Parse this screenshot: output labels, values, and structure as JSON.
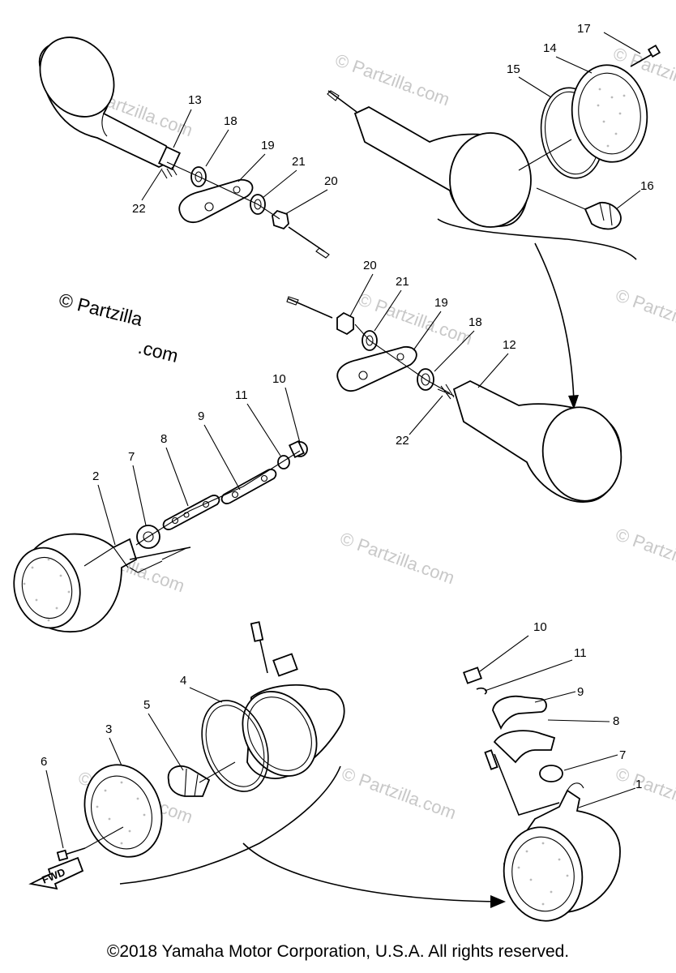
{
  "watermarks": {
    "main": "© Partzilla.com",
    "main_line1": "© Partzilla",
    "main_line2": ".com",
    "faint": "© Partzilla.com"
  },
  "callouts": {
    "n1": "1",
    "n2": "2",
    "n3": "3",
    "n4": "4",
    "n5": "5",
    "n6": "6",
    "n7a": "7",
    "n7b": "7",
    "n8a": "8",
    "n8b": "8",
    "n9a": "9",
    "n9b": "9",
    "n10a": "10",
    "n10b": "10",
    "n11a": "11",
    "n11b": "11",
    "n12": "12",
    "n13": "13",
    "n14": "14",
    "n15": "15",
    "n16": "16",
    "n17": "17",
    "n18a": "18",
    "n18b": "18",
    "n19a": "19",
    "n19b": "19",
    "n20a": "20",
    "n20b": "20",
    "n21a": "21",
    "n21b": "21",
    "n22a": "22",
    "n22b": "22"
  },
  "direction_label": "FWD",
  "copyright": "©2018  Yamaha Motor Corporation, U.S.A. All rights reserved."
}
